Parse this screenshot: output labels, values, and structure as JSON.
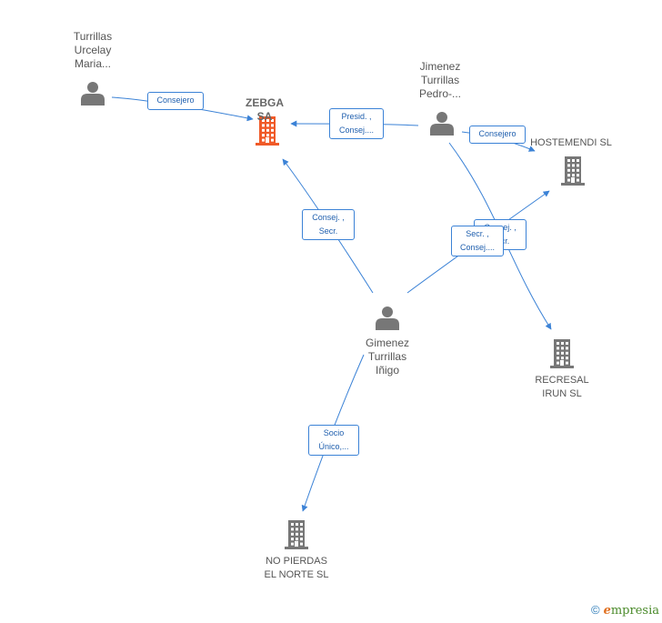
{
  "colors": {
    "edge": "#3b82d6",
    "person": "#777777",
    "company": "#777777",
    "focus_company": "#f05a28"
  },
  "nodes": {
    "ZEBGA": {
      "label": "ZEBGA SA",
      "kind": "company",
      "focus": true
    },
    "URCELAY": {
      "label": "Turrillas\nUrcelay\nMaria...",
      "kind": "person"
    },
    "JIMENEZ": {
      "label": "Jimenez\nTurrillas\nPedro-...",
      "kind": "person"
    },
    "GIMENEZ": {
      "label": "Gimenez\nTurrillas\nIñigo",
      "kind": "person"
    },
    "HOSTEMENDI": {
      "label": "HOSTEMENDI SL",
      "kind": "company"
    },
    "RECRESAL": {
      "label": "RECRESAL\nIRUN SL",
      "kind": "company"
    },
    "NOPIERDAS": {
      "label": "NO PIERDAS\nEL NORTE SL",
      "kind": "company"
    }
  },
  "edges": [
    {
      "from": "URCELAY",
      "to": "ZEBGA",
      "label": "Consejero"
    },
    {
      "from": "JIMENEZ",
      "to": "ZEBGA",
      "label": "Presid. ,\nConsej...."
    },
    {
      "from": "JIMENEZ",
      "to": "HOSTEMENDI",
      "label": "Consejero"
    },
    {
      "from": "JIMENEZ",
      "to": "RECRESAL",
      "label": "Consej. ,\nSecr."
    },
    {
      "from": "GIMENEZ",
      "to": "ZEBGA",
      "label": "Consej. ,\nSecr."
    },
    {
      "from": "GIMENEZ",
      "to": "HOSTEMENDI",
      "label": "Secr. ,\nConsej...."
    },
    {
      "from": "GIMENEZ",
      "to": "NOPIERDAS",
      "label": "Socio\nÚnico,..."
    }
  ],
  "footer": {
    "copyright": "©",
    "brand_initial": "e",
    "brand_rest": "mpresia"
  }
}
